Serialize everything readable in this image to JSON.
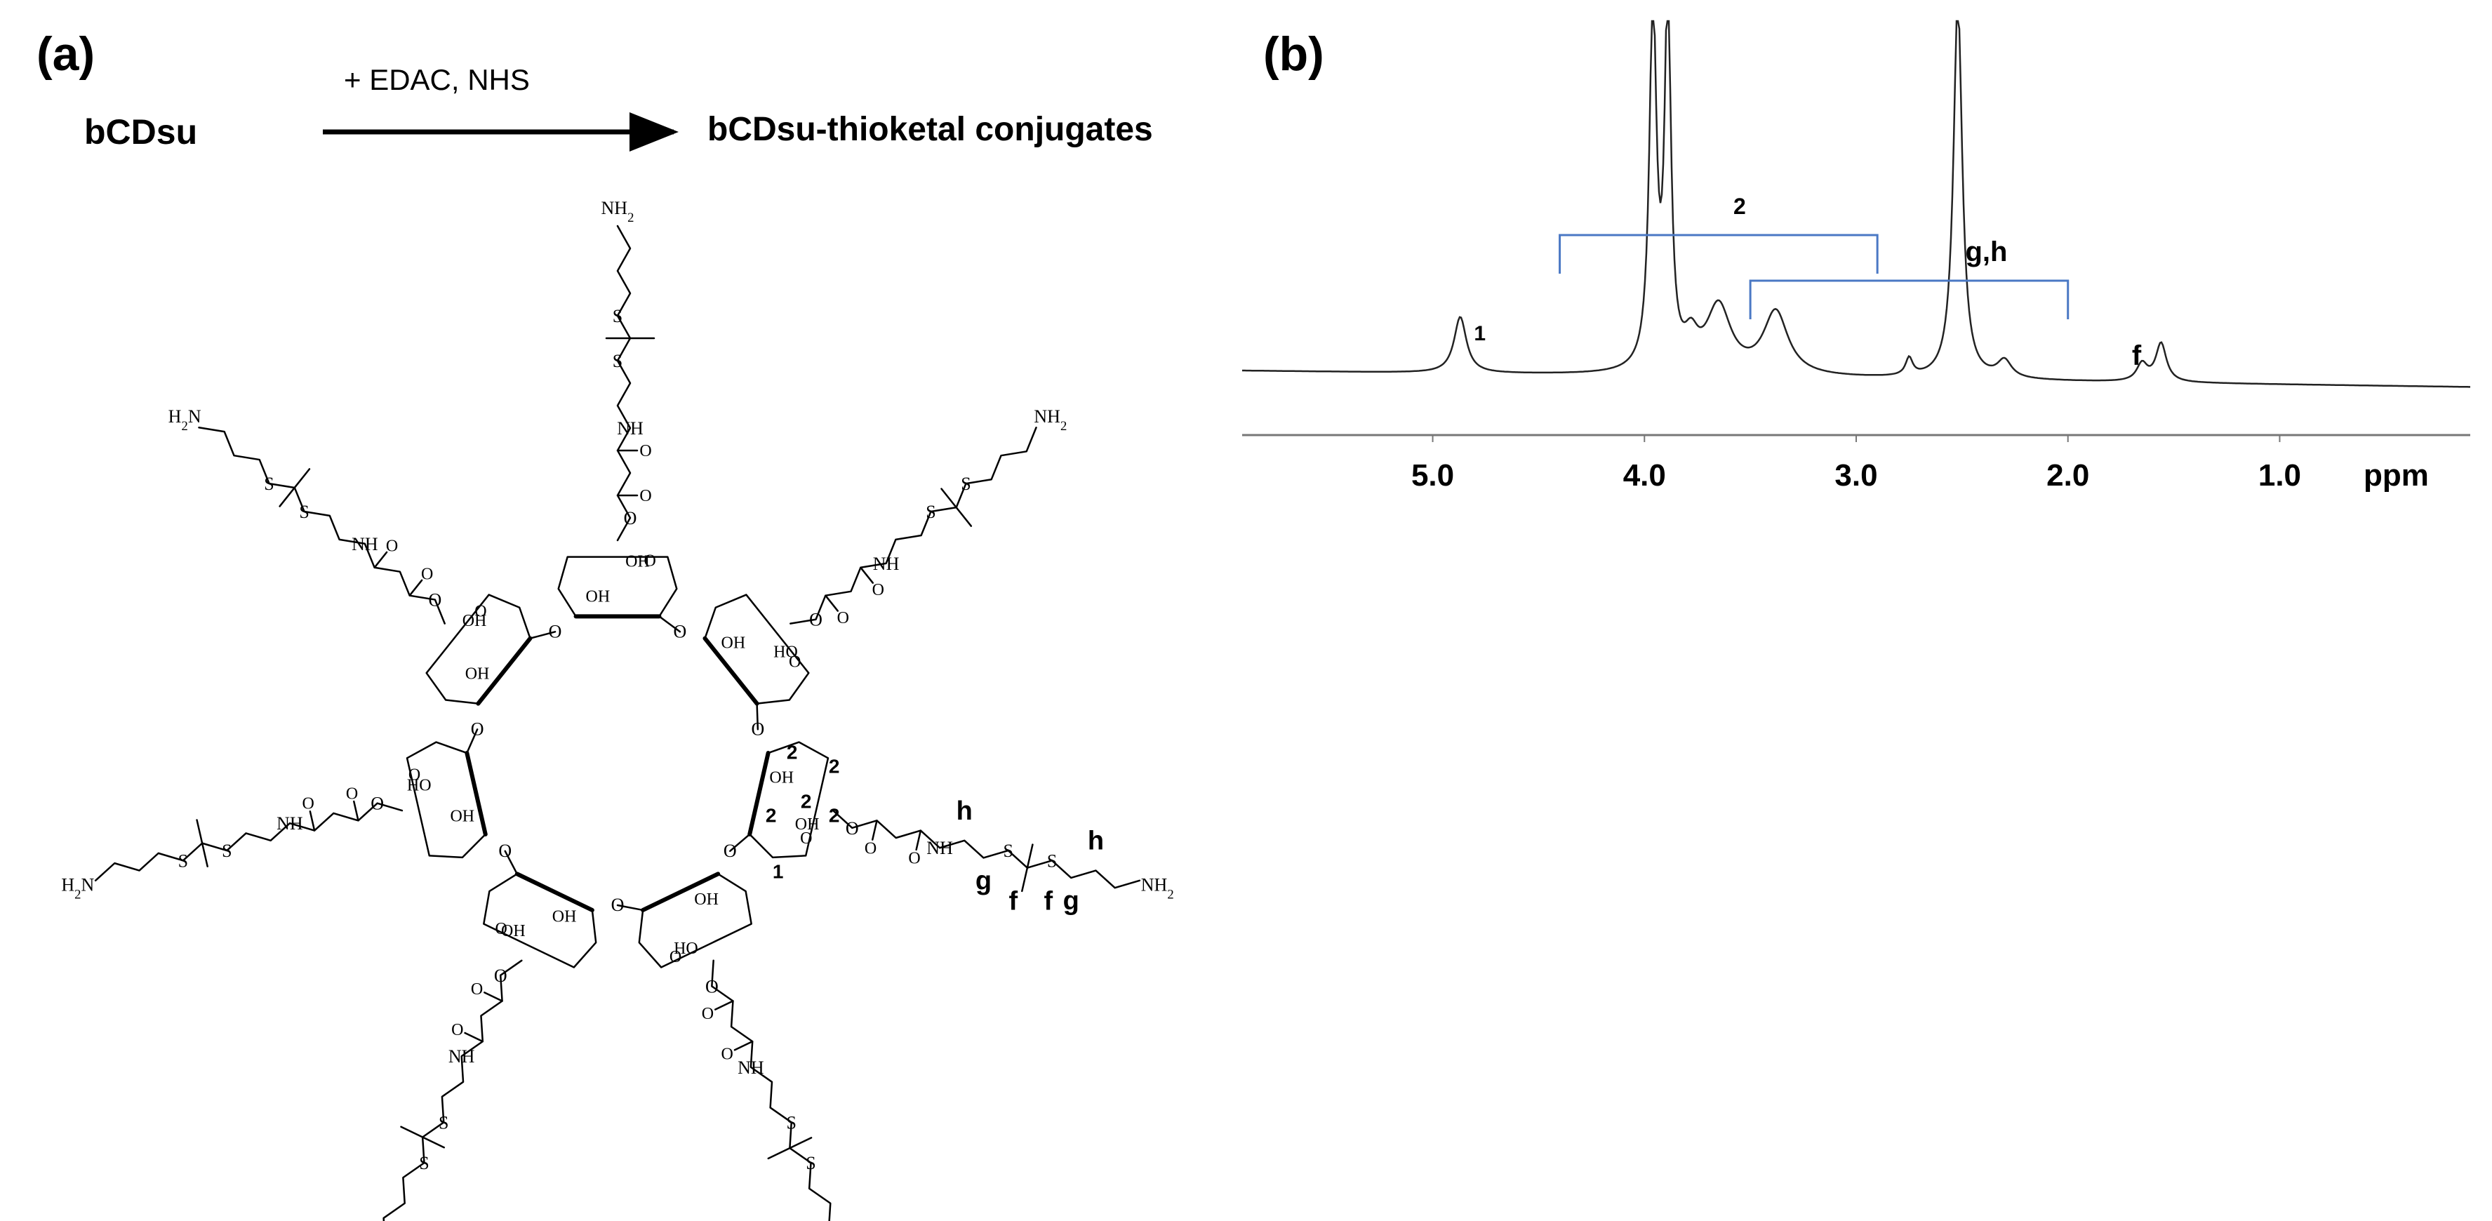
{
  "panel_a": {
    "label": "(a)",
    "reactant": "bCDsu",
    "reagents": "+ EDAC, NHS",
    "product": "bCDsu-thioketal conjugates",
    "atoms": {
      "amine": "NH",
      "sulfur": "S",
      "hydroxyl": "OH",
      "hydroxyl_rev": "HO",
      "oxygen": "O",
      "amine_end": "NH2",
      "amine_start": "H2N"
    },
    "assignment_labels": {
      "pos1": "1",
      "pos2": "2",
      "g": "g",
      "h": "h",
      "f": "f"
    }
  },
  "panel_b": {
    "label": "(b)",
    "unit": "ppm",
    "ticks": [
      "5.0",
      "4.0",
      "3.0",
      "2.0",
      "1.0"
    ],
    "peak_labels": {
      "p1": "1",
      "p2": "2",
      "gh": "g,h",
      "f": "f"
    },
    "chart_data": {
      "type": "line",
      "title": "",
      "xlabel": "ppm",
      "ylabel": "",
      "xlim": [
        5.9,
        0.1
      ],
      "x_ticks": [
        5.0,
        4.0,
        3.0,
        2.0,
        1.0
      ],
      "reversed_x_axis": true,
      "grid": false,
      "brackets": [
        {
          "label": "2",
          "from": 4.4,
          "to": 2.9
        },
        {
          "label": "g,h",
          "from": 3.5,
          "to": 2.0
        }
      ],
      "peaks": [
        {
          "label": "1",
          "x": 4.87
        },
        {
          "label": "",
          "x": 3.96
        },
        {
          "label": "",
          "x": 3.89
        },
        {
          "label": "",
          "x": 3.65
        },
        {
          "label": "",
          "x": 3.38
        },
        {
          "label": "",
          "x": 2.52
        },
        {
          "label": "f",
          "x": 1.56
        }
      ]
    }
  }
}
